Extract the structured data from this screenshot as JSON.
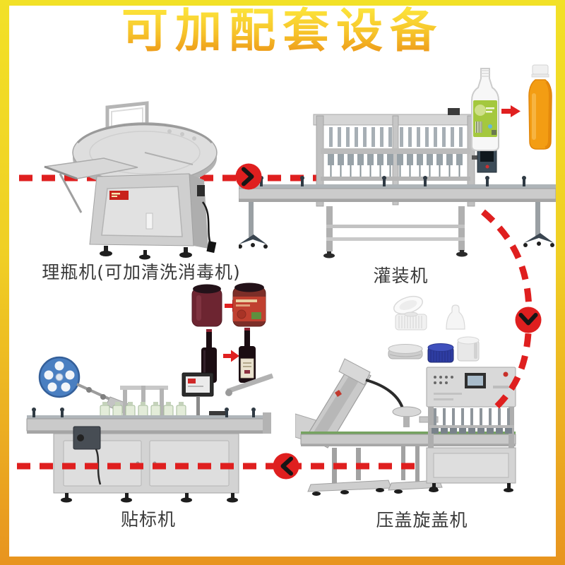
{
  "title": {
    "text": "可加配套设备"
  },
  "theme": {
    "frame_gradient_top": "#f2e127",
    "frame_gradient_bottom": "#e8941f",
    "title_gradient_top": "#fce33a",
    "title_gradient_bottom": "#ec9517",
    "flow_arrow_color": "#df1f1f",
    "machine_label_color": "#3a3a3a",
    "background": "#ffffff"
  },
  "machines": [
    {
      "key": "bottle-unscrambler",
      "label": "理瓶机(可加清洗消毒机)"
    },
    {
      "key": "filling-machine",
      "label": "灌装机"
    },
    {
      "key": "labeling-machine",
      "label": "贴标机"
    },
    {
      "key": "capping-machine",
      "label": "压盖旋盖机"
    }
  ],
  "flow_arrows": [
    {
      "key": "arrow-right-circle",
      "direction": "right",
      "from": "理瓶机",
      "to": "灌装机"
    },
    {
      "key": "arrow-down-circle",
      "direction": "down",
      "from": "灌装机",
      "to": "压盖旋盖机"
    },
    {
      "key": "arrow-left-circle",
      "direction": "left",
      "from": "压盖旋盖机",
      "to": "贴标机"
    }
  ],
  "product_examples": [
    {
      "key": "filling-example",
      "items": [
        "empty-clear-bottle",
        "red-arrow",
        "filled-orange-juice-bottle"
      ]
    },
    {
      "key": "jar-label-example",
      "items": [
        "unlabeled-sauce-jar",
        "red-arrow",
        "labeled-sauce-jar"
      ]
    },
    {
      "key": "wine-label-example",
      "items": [
        "unlabeled-wine-bottle",
        "red-arrow",
        "labeled-wine-bottle"
      ]
    },
    {
      "key": "caps-example",
      "items": [
        "flip-top-cap",
        "cone-cap",
        "aluminum-cap",
        "blue-screw-cap",
        "white-canister-cap"
      ]
    }
  ]
}
